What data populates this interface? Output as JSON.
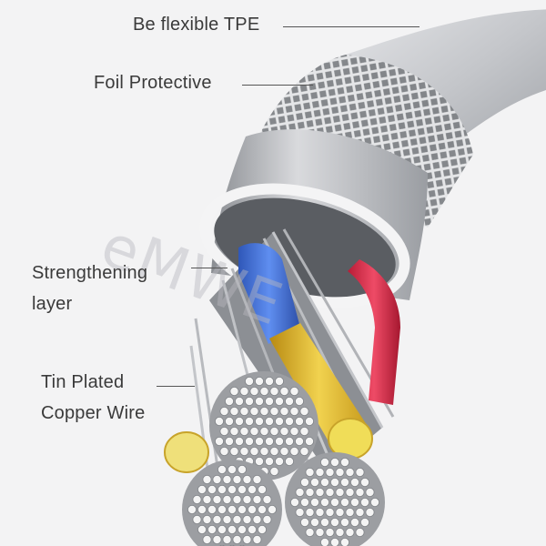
{
  "callouts": {
    "tpe": "Be flexible TPE",
    "foil": "Foil Protective",
    "strength_1": "Strengthening",
    "strength_2": "layer",
    "tin_1": "Tin Plated",
    "tin_2": "Copper Wire"
  },
  "watermark": "eMWE",
  "colors": {
    "background": "#f3f3f4",
    "jacket": "#c9cbcf",
    "foil": "#8f9296",
    "blue_core": "#3f6fd6",
    "red_core": "#d72d4a",
    "gold_core": "#e6bf33",
    "copper_strand": "#f2f2f2"
  }
}
